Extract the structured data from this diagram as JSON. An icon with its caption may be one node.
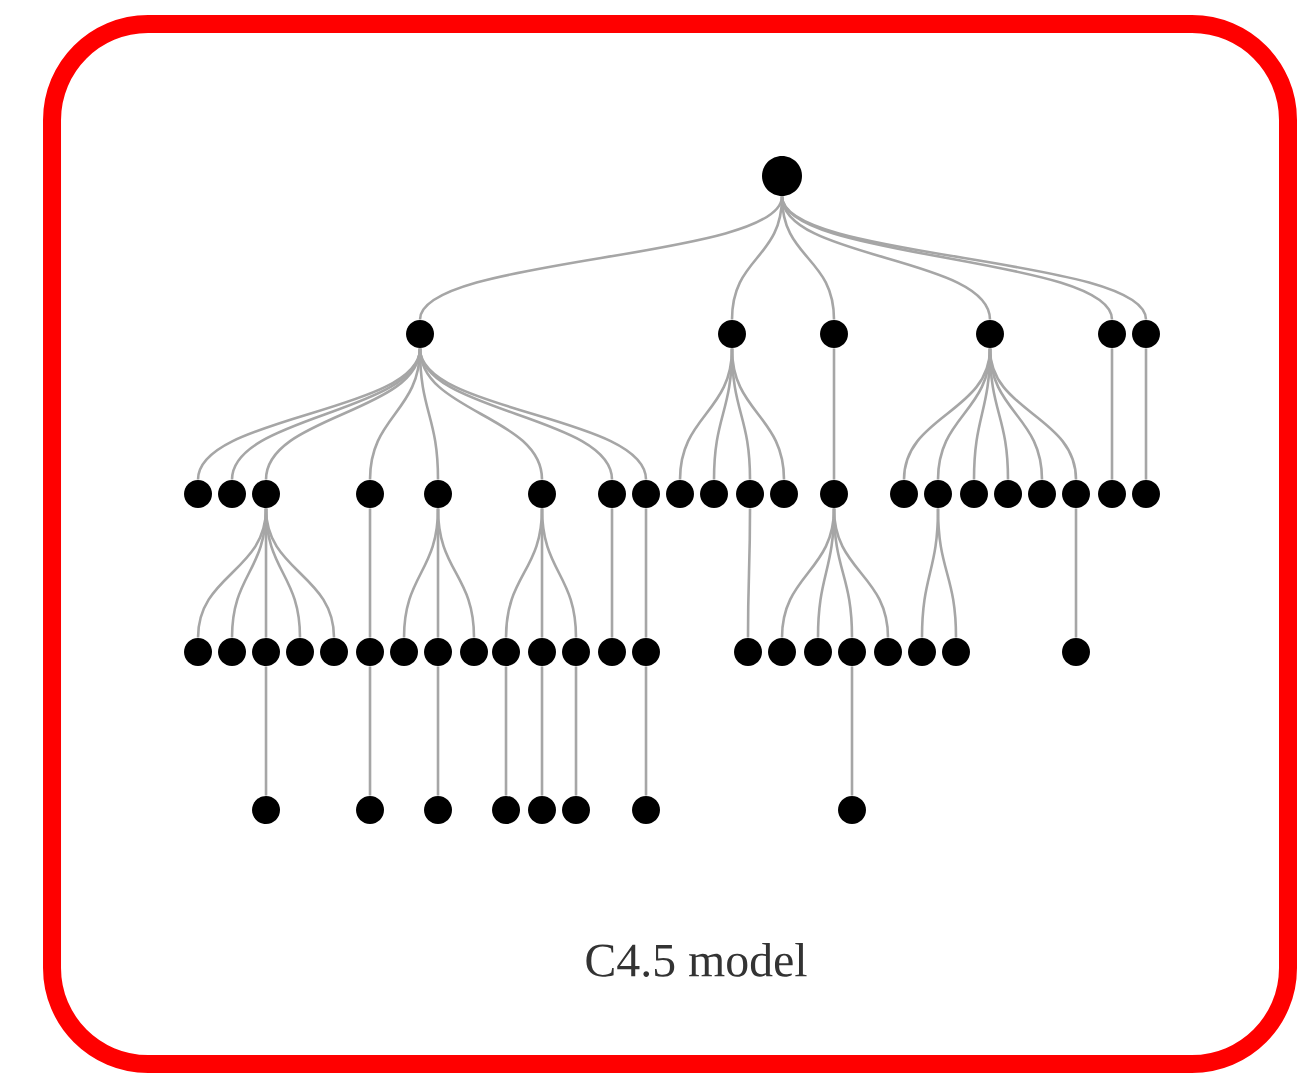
{
  "diagram": {
    "caption": "C4.5 model",
    "nodes": [
      {
        "text": [],
        "shape": "circle"
      },
      {
        "text": [],
        "shape": "circle"
      },
      {
        "text": [],
        "shape": "circle"
      },
      {
        "text": [],
        "shape": "circle"
      },
      {
        "text": [],
        "shape": "circle"
      },
      {
        "text": [],
        "shape": "circle"
      },
      {
        "text": [],
        "shape": "circle"
      },
      {
        "text": [],
        "shape": "circle"
      },
      {
        "text": [],
        "shape": "circle"
      },
      {
        "text": [],
        "shape": "circle"
      },
      {
        "text": [],
        "shape": "circle"
      },
      {
        "text": [],
        "shape": "circle"
      },
      {
        "text": [],
        "shape": "circle"
      },
      {
        "text": [],
        "shape": "circle"
      },
      {
        "text": [],
        "shape": "circle"
      },
      {
        "text": [],
        "shape": "circle"
      },
      {
        "text": [],
        "shape": "circle"
      },
      {
        "text": [],
        "shape": "circle"
      },
      {
        "text": [],
        "shape": "circle"
      },
      {
        "text": [],
        "shape": "circle"
      },
      {
        "text": [],
        "shape": "circle"
      },
      {
        "text": [],
        "shape": "circle"
      },
      {
        "text": [],
        "shape": "circle"
      },
      {
        "text": [],
        "shape": "circle"
      },
      {
        "text": [],
        "shape": "circle"
      },
      {
        "text": [],
        "shape": "circle"
      },
      {
        "text": [],
        "shape": "circle"
      },
      {
        "text": [],
        "shape": "circle"
      },
      {
        "text": [],
        "shape": "circle"
      },
      {
        "text": [],
        "shape": "circle"
      },
      {
        "text": [],
        "shape": "circle"
      },
      {
        "text": [],
        "shape": "circle"
      },
      {
        "text": [],
        "shape": "circle"
      },
      {
        "text": [],
        "shape": "circle"
      },
      {
        "text": [],
        "shape": "circle"
      },
      {
        "text": [],
        "shape": "circle"
      },
      {
        "text": [],
        "shape": "circle"
      },
      {
        "text": [],
        "shape": "circle"
      },
      {
        "text": [],
        "shape": "circle"
      },
      {
        "text": [],
        "shape": "circle"
      },
      {
        "text": [],
        "shape": "circle"
      },
      {
        "text": [],
        "shape": "circle"
      },
      {
        "text": [],
        "shape": "circle"
      },
      {
        "text": [],
        "shape": "circle"
      },
      {
        "text": [],
        "shape": "circle"
      },
      {
        "text": [],
        "shape": "circle"
      },
      {
        "text": [],
        "shape": "circle"
      },
      {
        "text": [],
        "shape": "circle"
      },
      {
        "text": [],
        "shape": "circle"
      },
      {
        "text": [],
        "shape": "circle"
      },
      {
        "text": [],
        "shape": "circle"
      },
      {
        "text": [],
        "shape": "circle"
      },
      {
        "text": [],
        "shape": "circle"
      },
      {
        "text": [],
        "shape": "circle"
      },
      {
        "text": [],
        "shape": "circle"
      },
      {
        "text": [],
        "shape": "circle"
      },
      {
        "text": [],
        "shape": "circle"
      },
      {
        "text": [],
        "shape": "circle"
      }
    ],
    "edges": [
      {
        "from": 0,
        "to": 1,
        "arrow": "none"
      },
      {
        "from": 0,
        "to": 2,
        "arrow": "none"
      },
      {
        "from": 0,
        "to": 3,
        "arrow": "none"
      },
      {
        "from": 0,
        "to": 4,
        "arrow": "none"
      },
      {
        "from": 0,
        "to": 5,
        "arrow": "none"
      },
      {
        "from": 0,
        "to": 6,
        "arrow": "none"
      },
      {
        "from": 1,
        "to": 7,
        "arrow": "none"
      },
      {
        "from": 1,
        "to": 8,
        "arrow": "none"
      },
      {
        "from": 1,
        "to": 9,
        "arrow": "none"
      },
      {
        "from": 1,
        "to": 10,
        "arrow": "none"
      },
      {
        "from": 1,
        "to": 11,
        "arrow": "none"
      },
      {
        "from": 1,
        "to": 12,
        "arrow": "none"
      },
      {
        "from": 1,
        "to": 13,
        "arrow": "none"
      },
      {
        "from": 1,
        "to": 14,
        "arrow": "none"
      },
      {
        "from": 2,
        "to": 15,
        "arrow": "none"
      },
      {
        "from": 2,
        "to": 16,
        "arrow": "none"
      },
      {
        "from": 2,
        "to": 17,
        "arrow": "none"
      },
      {
        "from": 2,
        "to": 18,
        "arrow": "none"
      },
      {
        "from": 3,
        "to": 19,
        "arrow": "none"
      },
      {
        "from": 4,
        "to": 20,
        "arrow": "none"
      },
      {
        "from": 4,
        "to": 21,
        "arrow": "none"
      },
      {
        "from": 4,
        "to": 22,
        "arrow": "none"
      },
      {
        "from": 4,
        "to": 23,
        "arrow": "none"
      },
      {
        "from": 4,
        "to": 24,
        "arrow": "none"
      },
      {
        "from": 4,
        "to": 25,
        "arrow": "none"
      },
      {
        "from": 5,
        "to": 26,
        "arrow": "none"
      },
      {
        "from": 6,
        "to": 27,
        "arrow": "none"
      },
      {
        "from": 9,
        "to": 28,
        "arrow": "none"
      },
      {
        "from": 9,
        "to": 29,
        "arrow": "none"
      },
      {
        "from": 9,
        "to": 30,
        "arrow": "none"
      },
      {
        "from": 9,
        "to": 31,
        "arrow": "none"
      },
      {
        "from": 9,
        "to": 32,
        "arrow": "none"
      },
      {
        "from": 10,
        "to": 33,
        "arrow": "none"
      },
      {
        "from": 11,
        "to": 34,
        "arrow": "none"
      },
      {
        "from": 11,
        "to": 35,
        "arrow": "none"
      },
      {
        "from": 11,
        "to": 36,
        "arrow": "none"
      },
      {
        "from": 12,
        "to": 37,
        "arrow": "none"
      },
      {
        "from": 12,
        "to": 38,
        "arrow": "none"
      },
      {
        "from": 12,
        "to": 39,
        "arrow": "none"
      },
      {
        "from": 13,
        "to": 40,
        "arrow": "none"
      },
      {
        "from": 14,
        "to": 41,
        "arrow": "none"
      },
      {
        "from": 17,
        "to": 42,
        "arrow": "none"
      },
      {
        "from": 19,
        "to": 43,
        "arrow": "none"
      },
      {
        "from": 19,
        "to": 44,
        "arrow": "none"
      },
      {
        "from": 19,
        "to": 45,
        "arrow": "none"
      },
      {
        "from": 19,
        "to": 46,
        "arrow": "none"
      },
      {
        "from": 21,
        "to": 47,
        "arrow": "none"
      },
      {
        "from": 21,
        "to": 48,
        "arrow": "none"
      },
      {
        "from": 25,
        "to": 49,
        "arrow": "none"
      },
      {
        "from": 30,
        "to": 50,
        "arrow": "none"
      },
      {
        "from": 33,
        "to": 51,
        "arrow": "none"
      },
      {
        "from": 35,
        "to": 52,
        "arrow": "none"
      },
      {
        "from": 37,
        "to": 53,
        "arrow": "none"
      },
      {
        "from": 38,
        "to": 54,
        "arrow": "none"
      },
      {
        "from": 39,
        "to": 55,
        "arrow": "none"
      },
      {
        "from": 41,
        "to": 56,
        "arrow": "none"
      },
      {
        "from": 45,
        "to": 57,
        "arrow": "none"
      }
    ]
  }
}
